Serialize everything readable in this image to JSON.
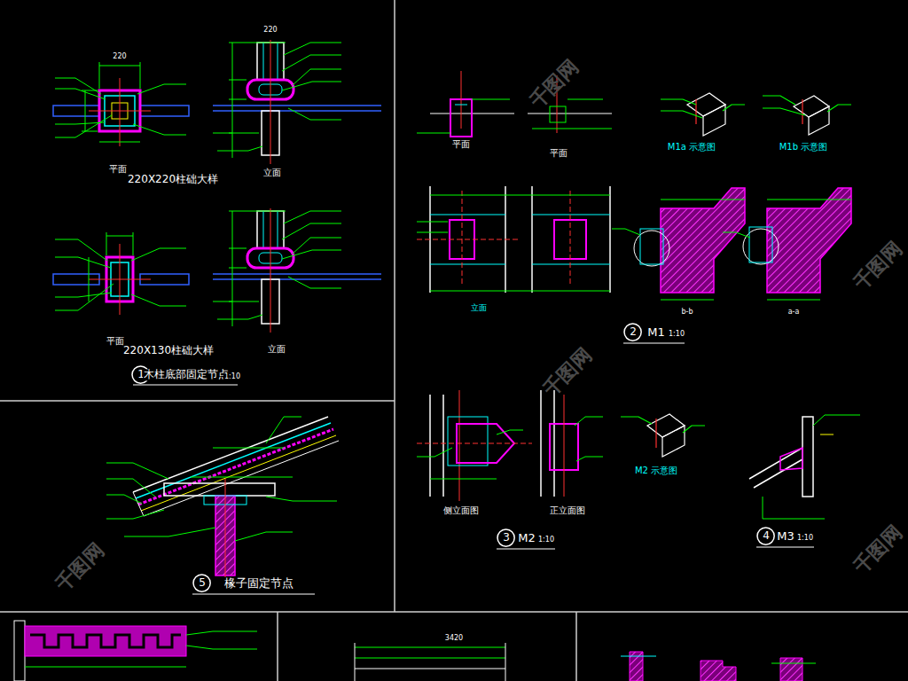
{
  "diagram": {
    "nodes": [
      {
        "text": [
          "1"
        ]
      },
      {
        "text": [
          "2"
        ]
      },
      {
        "text": [
          "3"
        ]
      },
      {
        "text": [
          "4"
        ]
      },
      {
        "text": [
          "5"
        ]
      }
    ],
    "edges": [],
    "labels": [
      "220X220柱础大样",
      "平面",
      "立面",
      "220X130柱础大样",
      "平面",
      "立面",
      "木柱底部固定节点",
      "1:10",
      "平面",
      "平面",
      "M1a 示意图",
      "M1b 示意图",
      "M1",
      "1:10",
      "立面",
      "b-b",
      "a-a",
      "M2 示意图",
      "侧立面图",
      "正立面图",
      "M2",
      "1:10",
      "M3",
      "1:10",
      "椽子固定节点",
      "220",
      "220",
      "3420",
      "千图网",
      "千图网",
      "千图网",
      "千图网",
      "千图网"
    ]
  }
}
